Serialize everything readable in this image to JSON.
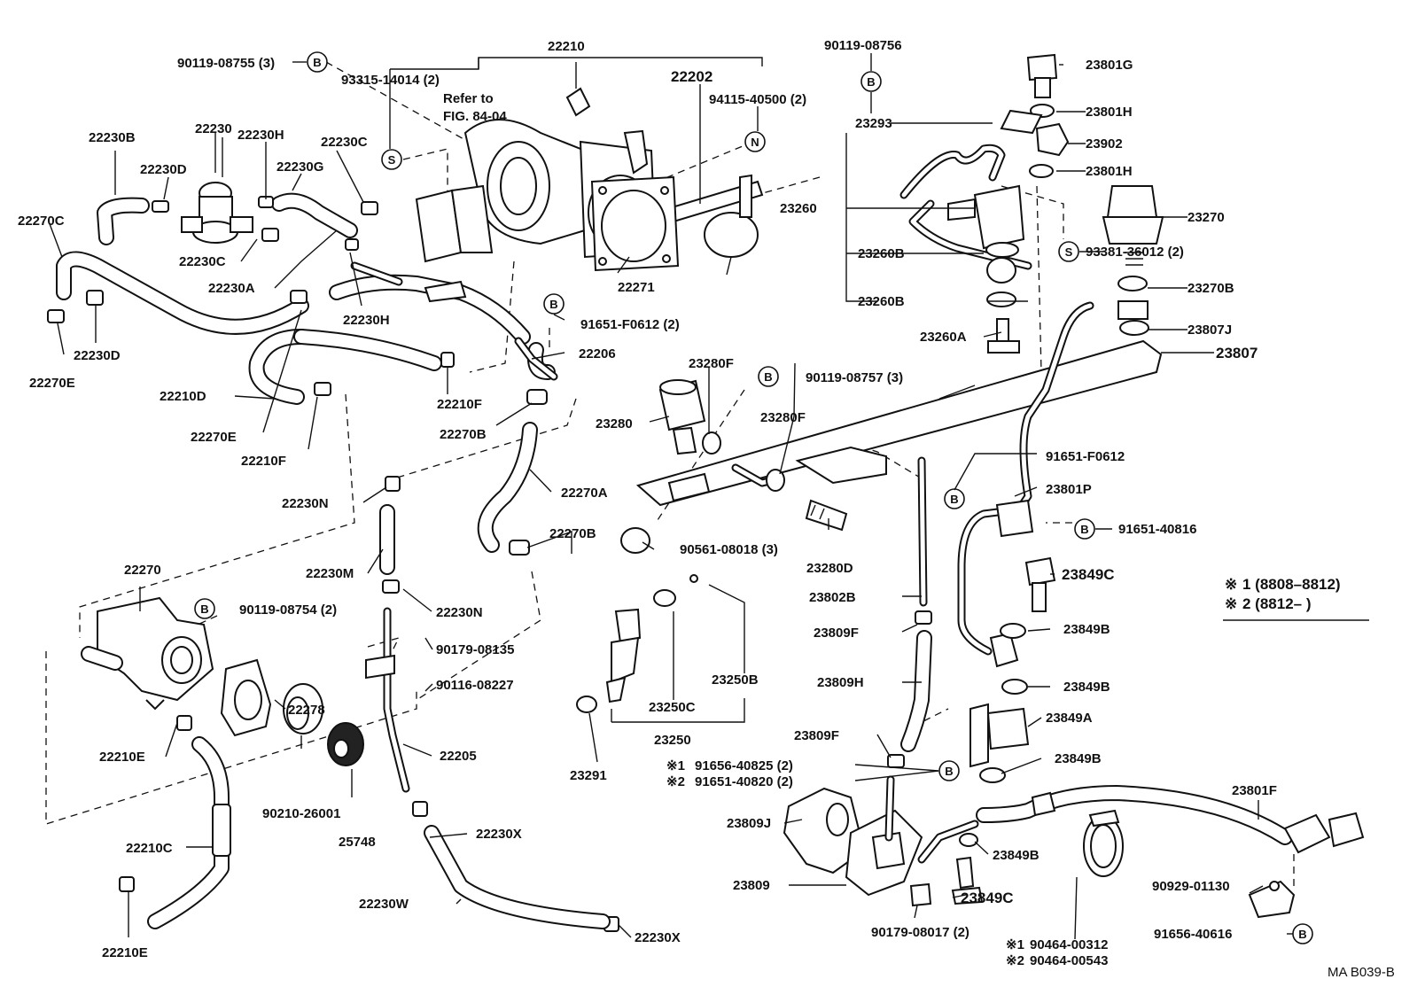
{
  "labels": {
    "p90119_08755": "90119-08755 (3)",
    "p93315_14014": "93315-14014 (2)",
    "refer_to": "Refer to",
    "fig_84_04": "FIG. 84-04",
    "p22210": "22210",
    "p22202": "22202",
    "p94115_40500": "94115-40500 (2)",
    "p90119_08756": "90119-08756",
    "p23801G": "23801G",
    "p23801H_a": "23801H",
    "p23902": "23902",
    "p23801H_b": "23801H",
    "p23293": "23293",
    "p23270": "23270",
    "p93381_36012": "93381-36012 (2)",
    "p23260": "23260",
    "p23260B_a": "23260B",
    "p23260B_b": "23260B",
    "p23260A": "23260A",
    "p23270B": "23270B",
    "p23807J": "23807J",
    "p23807": "23807",
    "p22230": "22230",
    "p22230B": "22230B",
    "p22230H_a": "22230H",
    "p22230C_a": "22230C",
    "p22230D_a": "22230D",
    "p22230G": "22230G",
    "p22270C": "22270C",
    "p22230C_b": "22230C",
    "p22230A": "22230A",
    "p22230H_b": "22230H",
    "p22271": "22271",
    "p91651_F0612_a": "91651-F0612 (2)",
    "p22206": "22206",
    "p22230D_b": "22230D",
    "p22270E_a": "22270E",
    "p22210D": "22210D",
    "p22210F_a": "22210F",
    "p22270B_a": "22270B",
    "p22270E_b": "22270E",
    "p22210F_b": "22210F",
    "p23280F_a": "23280F",
    "p90119_08757": "90119-08757 (3)",
    "p23280": "23280",
    "p23280F_b": "23280F",
    "p91651_F0612_b": "91651-F0612",
    "p23801P": "23801P",
    "p91651_40816": "91651-40816",
    "p22230N_a": "22230N",
    "p22270A": "22270A",
    "p22270B_b": "22270B",
    "p90561_08018": "90561-08018 (3)",
    "p23280D": "23280D",
    "p23849C_a": "23849C",
    "p22270": "22270",
    "p22230M": "22230M",
    "p90119_08754": "90119-08754 (2)",
    "p22230N_b": "22230N",
    "p23802B": "23802B",
    "p23809F_a": "23809F",
    "p23849B_a": "23849B",
    "p90179_08135": "90179-08135",
    "p90116_08227": "90116-08227",
    "p23250B": "23250B",
    "p23809H": "23809H",
    "p23849B_b": "23849B",
    "p22278": "22278",
    "p23250C": "23250C",
    "p23849A": "23849A",
    "p23250": "23250",
    "p23291": "23291",
    "p22210E_a": "22210E",
    "p22205": "22205",
    "p23809F_b": "23809F",
    "p23849B_c": "23849B",
    "p91656_40825": "91656-40825 (2)",
    "p91651_40820": "91651-40820 (2)",
    "p90210_26001": "90210-26001",
    "p25748": "25748",
    "p23809J": "23809J",
    "p23801F": "23801F",
    "p22210C": "22210C",
    "p22230X_a": "22230X",
    "p23849B_d": "23849B",
    "p90929_01130": "90929-01130",
    "p23809": "23809",
    "p23849C_b": "23849C",
    "p22230W": "22230W",
    "p90179_08017": "90179-08017 (2)",
    "p91656_40616": "91656-40616",
    "p22210E_b": "22210E",
    "p22230X_b": "22230X",
    "p90464_00312": "90464-00312",
    "p90464_00543": "90464-00543",
    "legend_1": "1 (8808–8812)",
    "legend_2": "2 (8812–        )",
    "diagram_id": "MA  B039-B"
  },
  "callouts": {
    "B": "B",
    "S": "S",
    "N": "N"
  },
  "marks": {
    "ref": "※",
    "ref1": "※1",
    "ref2": "※2"
  }
}
